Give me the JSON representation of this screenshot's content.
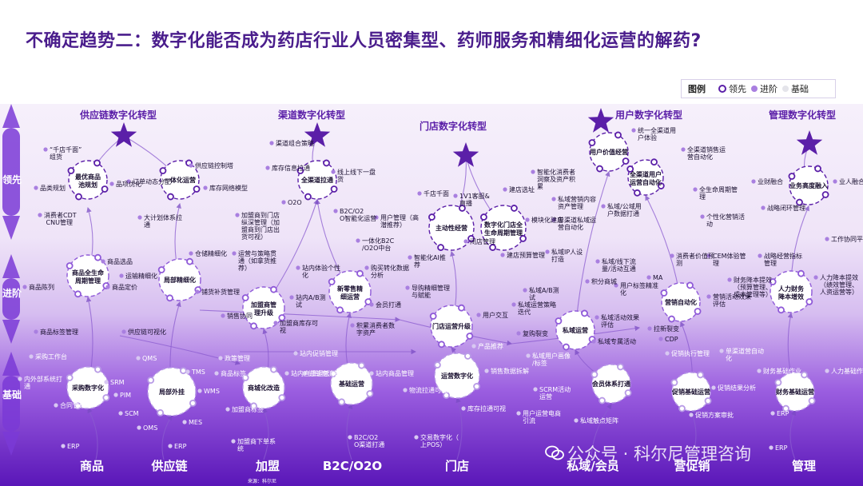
{
  "title": "不确定趋势二：数字化能否成为药店行业人员密集型、药师服务和精细化运营的解药?",
  "legend": {
    "title": "图例",
    "items": [
      {
        "label": "领先",
        "color": "#5b1fa8"
      },
      {
        "label": "进阶",
        "color": "#a97fe0"
      },
      {
        "label": "基础",
        "color": "#e4e4ea"
      }
    ]
  },
  "levels": {
    "lead": "领先",
    "advance": "进阶",
    "basic": "基础"
  },
  "source": "来源：科尔尼",
  "watermark": "公众号 · 科尔尼管理咨询",
  "transformations": [
    "供应链数字化转型",
    "渠道数字化转型",
    "门店数字化转型",
    "用户数字化转型",
    "管理数字化转型"
  ],
  "columns": [
    "商品",
    "供应链",
    "加盟",
    "B2C/O2O",
    "门店",
    "私域/会员",
    "营促销",
    "管理"
  ],
  "hubs": {
    "lead": [
      "最优商品池规划",
      "一体化运营",
      "全渠道拉通",
      "主动性经营",
      "数字化门店全生命周期管理",
      "用户价值经营",
      "全渠道用户运营自动化",
      "业务高度融入"
    ],
    "advance": [
      "商品全生命周期管理",
      "局部精细化",
      "加盟商管理升级",
      "新零售精细运营",
      "门店运营升级",
      "私域运营",
      "营销自动化",
      "人力财务降本增效"
    ],
    "basic": [
      "采购数字化",
      "局部外挂",
      "商城化改造",
      "基础运营",
      "运营数字化",
      "会员体系打通",
      "促销基础运营",
      "财务基础运营"
    ]
  },
  "labels": {
    "l1": "“千店千面”组货",
    "l2": "品类规划",
    "l3": "品项优化",
    "l4": "消费者CDT CNU管理",
    "l5": "供应链控制塔",
    "l6": "订单动态分配",
    "l7": "库存网络模型",
    "l8": "大计划体系拉通",
    "l9": "渠道组合策略",
    "l10": "库存信息拉通",
    "l11": "线上线下一盘货",
    "l12": "O2O",
    "l13": "加盟商到门店纵深管理（加盟商到门店出货可视）",
    "l14": "B2C/O2O智能化运营",
    "l15": "千店千面",
    "l16": "1V1客服&直播",
    "l17": "建店选址",
    "l18": "用户管理（高潜推荐）",
    "l19": "闭店管理",
    "l20": "模块化建店",
    "l21": "建店预算管理",
    "l22": "智能化AI推荐",
    "l23": "智能化消费者洞察及资产积累",
    "l24": "私域营销内容资产管理",
    "l25": "统一全渠道用户体验",
    "l26": "单渠道私域运营自动化",
    "l27": "私域/公域用户数据打通",
    "l28": "全渠道销售运营自动化",
    "l29": "全生命周期管理",
    "l30": "个性化营销活动",
    "l31": "业财融合",
    "l32": "业人融合",
    "l33": "战略闭环管理",
    "l34": "商品选品",
    "l35": "商品陈列",
    "l36": "运输精细化",
    "l37": "商品定价",
    "l38": "仓储精细化",
    "l39": "铺货补货管理",
    "l40": "运营与策略贯通（如拿货推荐）",
    "l41": "一体化B2C/O2O中台",
    "l42": "站内体验个性化",
    "l43": "购买转化数据分析",
    "l44": "站内A/B测试",
    "l45": "会员打通",
    "l46": "导购精细管理与赋能",
    "l47": "私域A/B测试",
    "l48": "私域运营策略迭代",
    "l49": "私域IP人设打造",
    "l50": "私域/线下流量/活动互通",
    "l51": "用户标签精准化",
    "l52": "私域活动效果评估",
    "l53": "消费者价值预测",
    "l54": "CEM体验管理",
    "l55": "营销活动效果评估",
    "l56": "战略经营指标管理",
    "l57": "财务降本提效（预算管理、成本管理等）",
    "l58": "人力降本提效（绩效管理、人资运营等）",
    "l59": "工作协同平台",
    "l60": "商品标签管理",
    "l61": "供应链可视化",
    "l62": "销售协同",
    "l63": "加盟商库存可视",
    "l64": "积累消费者数字资产",
    "l65": "用户交互",
    "l66": "复购裂变",
    "l67": "拉新裂变",
    "l68": "私域专属活动",
    "l69": "CDP",
    "l70": "积分商城",
    "l71": "采购工作台",
    "l72": "内外部系统打通",
    "l73": "合同管理",
    "l74": "ERP",
    "l75": "QMS",
    "l76": "TMS",
    "l77": "WMS",
    "l78": "SRM",
    "l79": "PIM",
    "l80": "SCM",
    "l81": "OMS",
    "l82": "MES",
    "l83": "政策管理",
    "l84": "商品标签",
    "l85": "站内直播运营",
    "l86": "加盟商标签",
    "l87": "加盟商下单系统",
    "l88": "订单物流管理",
    "l89": "站内商品管理",
    "l90": "B2C/O2O渠道打通",
    "l91": "站内促销管理",
    "l92": "产品推荐",
    "l93": "销售数据拆解",
    "l94": "物流拉通可视",
    "l95": "库存拉通可视",
    "l96": "交易数字化（上POS）",
    "l97": "SCRM活动运营",
    "l98": "用户运营电商引流",
    "l99": "私域触点矩阵",
    "l100": "私域用户画像/标签",
    "l101": "促销执行管理",
    "l102": "单渠道营自动化",
    "l103": "促销结果分析",
    "l104": "促销方案审批",
    "l105": "财务基础作业",
    "l106": "人力基础作业",
    "l107": "ERP",
    "l108": "ERP",
    "l109": "ERP",
    "l110": "MA"
  }
}
